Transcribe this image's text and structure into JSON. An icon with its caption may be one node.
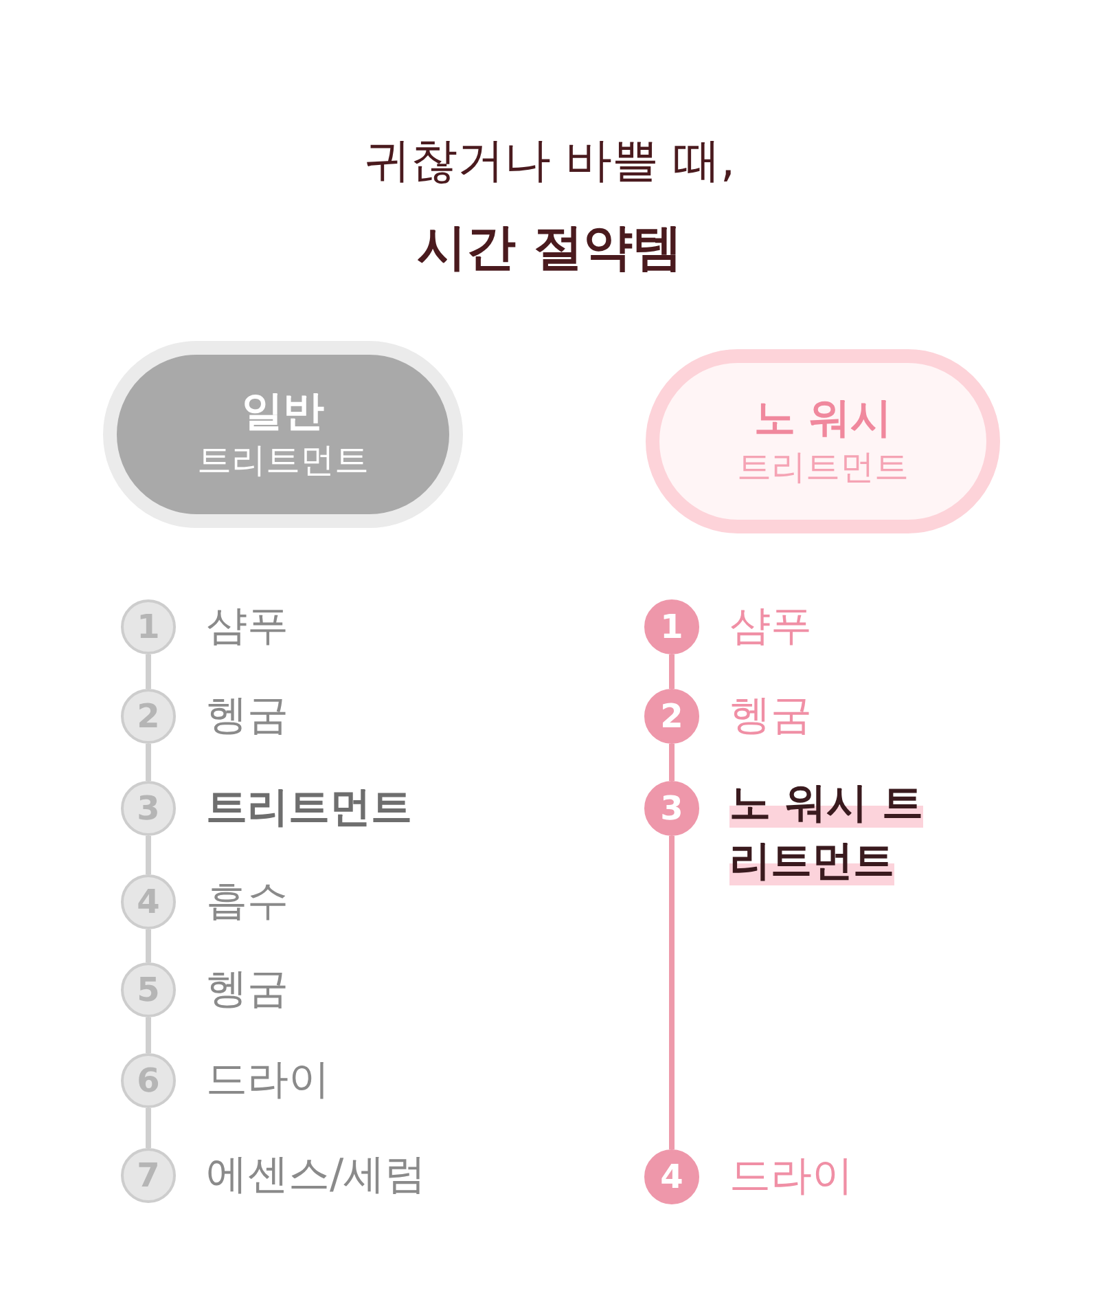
{
  "diagram": {
    "title": "귀찮거나 바쁠 때, **시간 절약템**",
    "nodes": [
      {
        "text": [
          "일반",
          "트리트먼트"
        ]
      },
      {
        "text": [
          "노 워시",
          "트리트먼트"
        ]
      },
      {
        "text": [
          "1"
        ],
        "beside": [
          "샴푸"
        ]
      },
      {
        "text": [
          "2"
        ],
        "beside": [
          "헹굼"
        ]
      },
      {
        "text": [
          "3"
        ],
        "beside": [
          "트리트먼트"
        ]
      },
      {
        "text": [
          "4"
        ],
        "beside": [
          "흡수"
        ]
      },
      {
        "text": [
          "5"
        ],
        "beside": [
          "헹굼"
        ]
      },
      {
        "text": [
          "6"
        ],
        "beside": [
          "드라이"
        ]
      },
      {
        "text": [
          "7"
        ],
        "beside": [
          "에센스/세럼"
        ]
      },
      {
        "text": [
          "1"
        ],
        "beside": [
          "샴푸"
        ]
      },
      {
        "text": [
          "2"
        ],
        "beside": [
          "헹굼"
        ]
      },
      {
        "text": [
          "3"
        ],
        "beside": [
          "노 워시 트리트먼트"
        ]
      },
      {
        "text": [
          "4"
        ],
        "beside": [
          "드라이"
        ]
      }
    ],
    "edges": [
      {
        "from": 2,
        "to": 3,
        "arrow": "none"
      },
      {
        "from": 3,
        "to": 4,
        "arrow": "none"
      },
      {
        "from": 4,
        "to": 5,
        "arrow": "none"
      },
      {
        "from": 5,
        "to": 6,
        "arrow": "none"
      },
      {
        "from": 6,
        "to": 7,
        "arrow": "none"
      },
      {
        "from": 7,
        "to": 8,
        "arrow": "none"
      },
      {
        "from": 9,
        "to": 10,
        "arrow": "none",
        "color": "#ee9aab"
      },
      {
        "from": 10,
        "to": 11,
        "arrow": "none",
        "color": "#ee9aab"
      },
      {
        "from": 11,
        "to": 12,
        "arrow": "none",
        "color": "#ee9aab"
      }
    ]
  }
}
